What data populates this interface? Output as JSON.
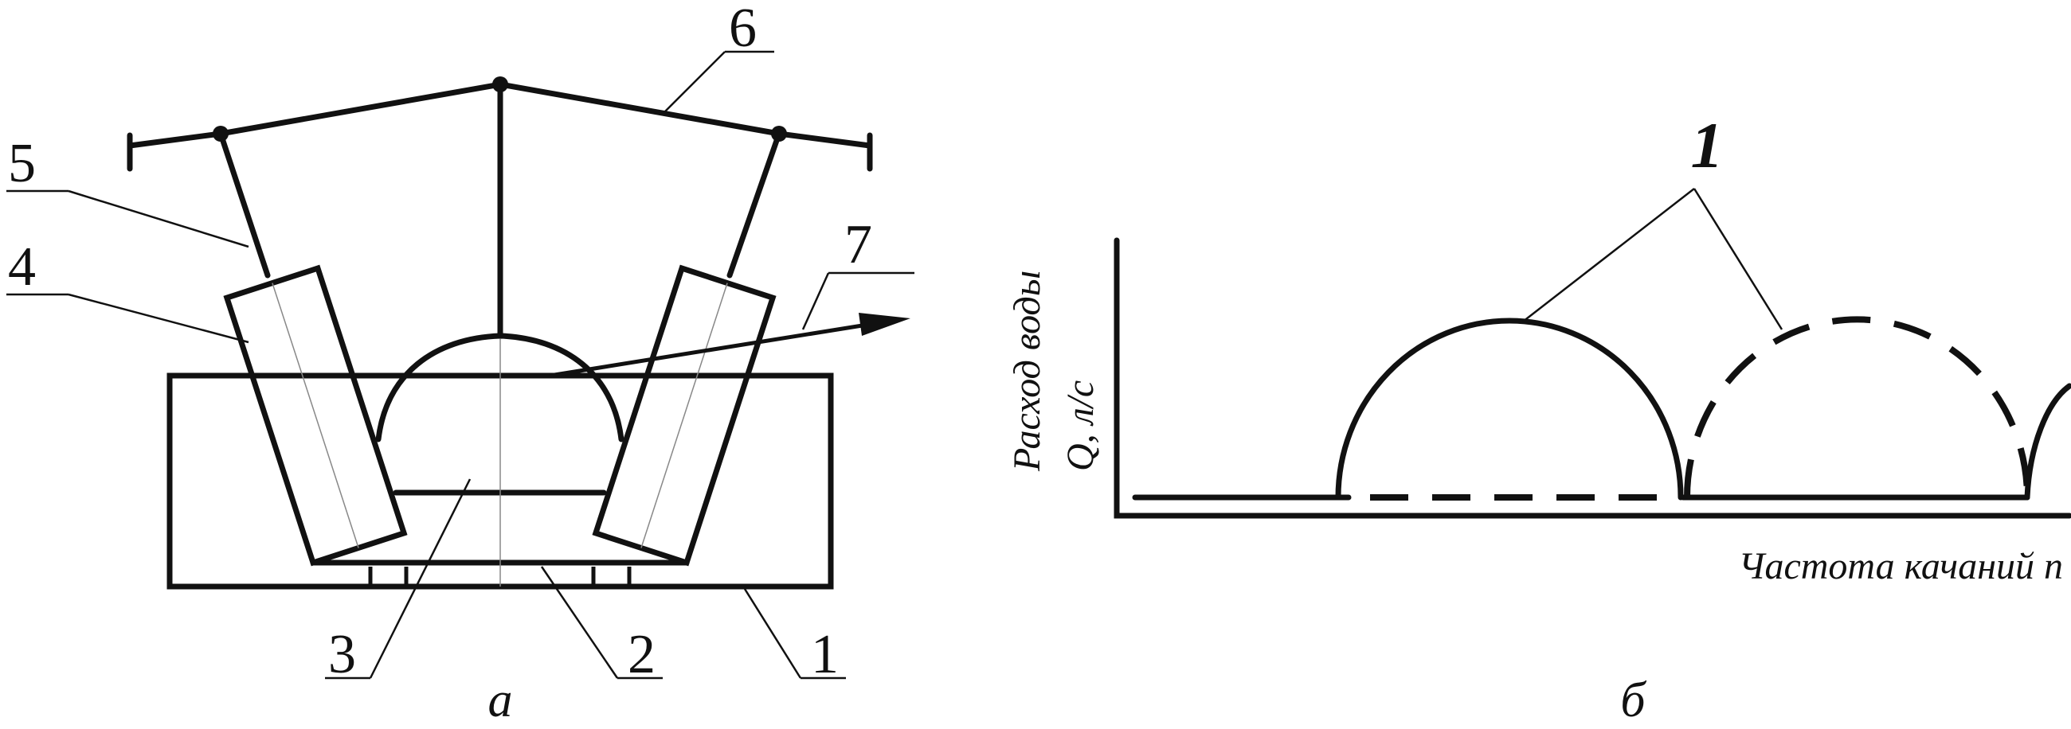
{
  "figure_a": {
    "labels": {
      "l1": "1",
      "l2": "2",
      "l3": "3",
      "l4": "4",
      "l5": "5",
      "l6": "6",
      "l7": "7"
    },
    "caption": "а"
  },
  "figure_b": {
    "curve_label": "1",
    "ylabel_line1": "Расход воды",
    "ylabel_line2": "Q, л/с",
    "xlabel": "Частота качаний n",
    "caption": "б"
  }
}
